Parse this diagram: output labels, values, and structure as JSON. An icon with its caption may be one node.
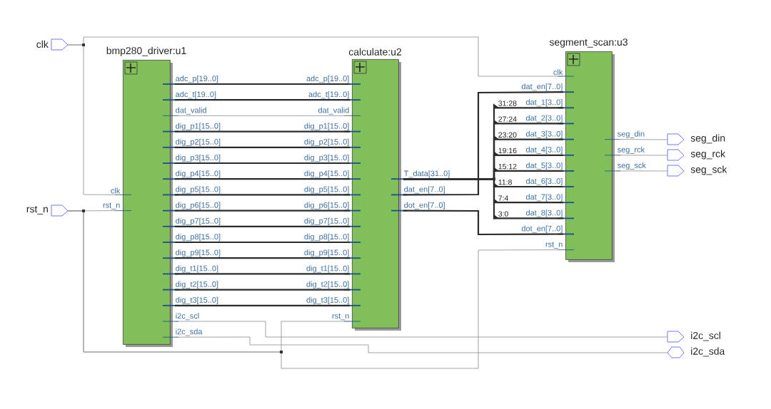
{
  "diagram": {
    "nodes": [
      {
        "text": [
          "clk"
        ]
      },
      {
        "text": [
          "rst_n"
        ]
      },
      {
        "text": [
          "bmp280_driver:u1"
        ]
      },
      {
        "text": [
          "adc_p[19..0]"
        ]
      },
      {
        "text": [
          "adc_t[19..0]"
        ]
      },
      {
        "text": [
          "dat_valid"
        ]
      },
      {
        "text": [
          "dig_p1[15..0]"
        ]
      },
      {
        "text": [
          "dig_p2[15..0]"
        ]
      },
      {
        "text": [
          "dig_p3[15..0]"
        ]
      },
      {
        "text": [
          "dig_p4[15..0]"
        ]
      },
      {
        "text": [
          "dig_p5[15..0]"
        ]
      },
      {
        "text": [
          "dig_p6[15..0]"
        ]
      },
      {
        "text": [
          "dig_p7[15..0]"
        ]
      },
      {
        "text": [
          "dig_p8[15..0]"
        ]
      },
      {
        "text": [
          "dig_p9[15..0]"
        ]
      },
      {
        "text": [
          "dig_t1[15..0]"
        ]
      },
      {
        "text": [
          "dig_t2[15..0]"
        ]
      },
      {
        "text": [
          "dig_t3[15..0]"
        ]
      },
      {
        "text": [
          "clk"
        ]
      },
      {
        "text": [
          "rst_n"
        ]
      },
      {
        "text": [
          "i2c_scl"
        ]
      },
      {
        "text": [
          "i2c_sda"
        ]
      },
      {
        "text": [
          "calculate:u2"
        ]
      },
      {
        "text": [
          "adc_p[19..0]"
        ]
      },
      {
        "text": [
          "adc_t[19..0]"
        ]
      },
      {
        "text": [
          "dat_valid"
        ]
      },
      {
        "text": [
          "dig_p1[15..0]"
        ]
      },
      {
        "text": [
          "dig_p2[15..0]"
        ]
      },
      {
        "text": [
          "dig_p3[15..0]"
        ]
      },
      {
        "text": [
          "dig_p4[15..0]"
        ]
      },
      {
        "text": [
          "dig_p5[15..0]"
        ]
      },
      {
        "text": [
          "dig_p6[15..0]"
        ]
      },
      {
        "text": [
          "dig_p7[15..0]"
        ]
      },
      {
        "text": [
          "dig_p8[15..0]"
        ]
      },
      {
        "text": [
          "dig_p9[15..0]"
        ]
      },
      {
        "text": [
          "dig_t1[15..0]"
        ]
      },
      {
        "text": [
          "dig_t2[15..0]"
        ]
      },
      {
        "text": [
          "dig_t3[15..0]"
        ]
      },
      {
        "text": [
          "rst_n"
        ]
      },
      {
        "text": [
          "T_data[31..0]"
        ]
      },
      {
        "text": [
          "dat_en[7..0]"
        ]
      },
      {
        "text": [
          "dot_en[7..0]"
        ]
      },
      {
        "text": [
          "segment_scan:u3"
        ]
      },
      {
        "text": [
          "clk"
        ]
      },
      {
        "text": [
          "dat_en[7..0]"
        ]
      },
      {
        "text": [
          "dat_1[3..0]"
        ]
      },
      {
        "text": [
          "dat_2[3..0]"
        ]
      },
      {
        "text": [
          "dat_3[3..0]"
        ]
      },
      {
        "text": [
          "dat_4[3..0]"
        ]
      },
      {
        "text": [
          "dat_5[3..0]"
        ]
      },
      {
        "text": [
          "dat_6[3..0]"
        ]
      },
      {
        "text": [
          "dat_7[3..0]"
        ]
      },
      {
        "text": [
          "dat_8[3..0]"
        ]
      },
      {
        "text": [
          "dot_en[7..0]"
        ]
      },
      {
        "text": [
          "rst_n"
        ]
      },
      {
        "text": [
          "seg_din"
        ]
      },
      {
        "text": [
          "seg_rck"
        ]
      },
      {
        "text": [
          "seg_sck"
        ]
      },
      {
        "text": [
          "seg_din"
        ]
      },
      {
        "text": [
          "seg_rck"
        ]
      },
      {
        "text": [
          "seg_sck"
        ]
      },
      {
        "text": [
          "i2c_scl"
        ]
      },
      {
        "text": [
          "i2c_sda"
        ]
      }
    ],
    "edges": [
      {
        "from": 0,
        "to": 18,
        "arrow": "none",
        "color": "#8c8c8c"
      },
      {
        "from": 0,
        "to": 43,
        "arrow": "none",
        "color": "#8c8c8c"
      },
      {
        "from": 1,
        "to": 19,
        "arrow": "none",
        "color": "#8c8c8c"
      },
      {
        "from": 1,
        "to": 38,
        "arrow": "none",
        "color": "#8c8c8c"
      },
      {
        "from": 1,
        "to": 54,
        "arrow": "none",
        "color": "#8c8c8c"
      },
      {
        "from": 3,
        "to": 23,
        "arrow": "none"
      },
      {
        "from": 4,
        "to": 24,
        "arrow": "none"
      },
      {
        "from": 5,
        "to": 25,
        "arrow": "none",
        "color": "#8c8c8c"
      },
      {
        "from": 6,
        "to": 26,
        "arrow": "none"
      },
      {
        "from": 7,
        "to": 27,
        "arrow": "none"
      },
      {
        "from": 8,
        "to": 28,
        "arrow": "none"
      },
      {
        "from": 9,
        "to": 29,
        "arrow": "none"
      },
      {
        "from": 10,
        "to": 30,
        "arrow": "none"
      },
      {
        "from": 11,
        "to": 31,
        "arrow": "none"
      },
      {
        "from": 12,
        "to": 32,
        "arrow": "none"
      },
      {
        "from": 13,
        "to": 33,
        "arrow": "none"
      },
      {
        "from": 14,
        "to": 34,
        "arrow": "none"
      },
      {
        "from": 15,
        "to": 35,
        "arrow": "none"
      },
      {
        "from": 16,
        "to": 36,
        "arrow": "none"
      },
      {
        "from": 17,
        "to": 37,
        "arrow": "none"
      },
      {
        "from": 39,
        "to": 45,
        "label": "31:28",
        "arrow": "none"
      },
      {
        "from": 39,
        "to": 46,
        "label": "27:24",
        "arrow": "none"
      },
      {
        "from": 39,
        "to": 47,
        "label": "23:20",
        "arrow": "none"
      },
      {
        "from": 39,
        "to": 48,
        "label": "19:16",
        "arrow": "none"
      },
      {
        "from": 39,
        "to": 49,
        "label": "15:12",
        "arrow": "none"
      },
      {
        "from": 39,
        "to": 50,
        "label": "11:8",
        "arrow": "none"
      },
      {
        "from": 39,
        "to": 51,
        "label": "7:4",
        "arrow": "none"
      },
      {
        "from": 39,
        "to": 52,
        "label": "3:0",
        "arrow": "none"
      },
      {
        "from": 40,
        "to": 44,
        "arrow": "none"
      },
      {
        "from": 41,
        "to": 53,
        "arrow": "none"
      },
      {
        "from": 55,
        "to": 58,
        "arrow": "none",
        "color": "#8c8c8c"
      },
      {
        "from": 56,
        "to": 59,
        "arrow": "none",
        "color": "#8c8c8c"
      },
      {
        "from": 57,
        "to": 60,
        "arrow": "none",
        "color": "#8c8c8c"
      },
      {
        "from": 20,
        "to": 61,
        "arrow": "none",
        "color": "#8c8c8c"
      },
      {
        "from": 21,
        "to": 62,
        "arrow": "none",
        "color": "#8c8c8c"
      }
    ]
  }
}
